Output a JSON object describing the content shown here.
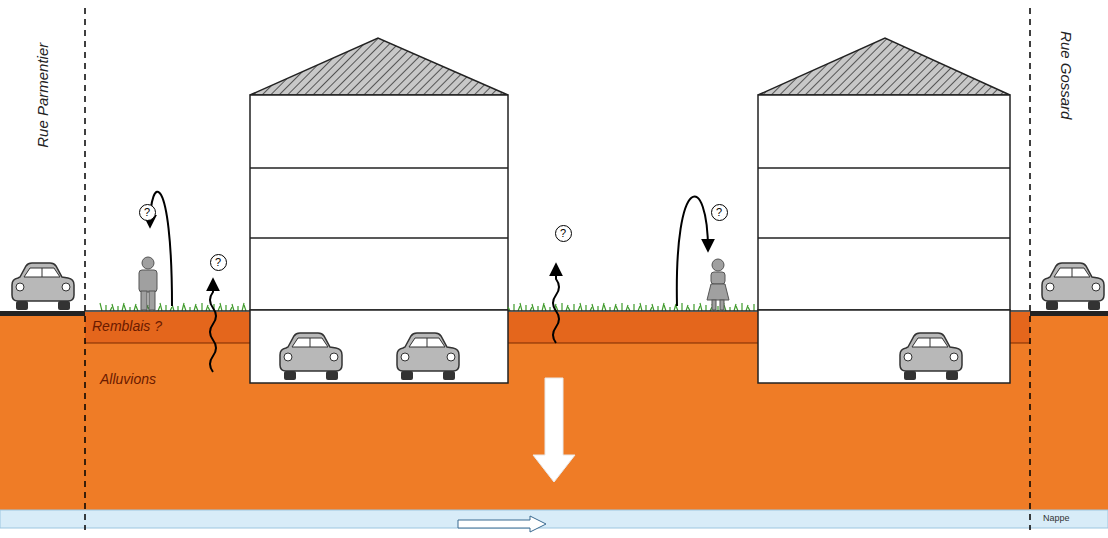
{
  "diagram": {
    "nodes": [
      {
        "text": [
          "?"
        ]
      },
      {
        "text": [
          "?"
        ]
      },
      {
        "text": [
          "?"
        ]
      },
      {
        "text": [
          "?"
        ]
      }
    ],
    "labels": [
      "Rue Parmentier",
      "Remblais ?",
      "Alluvions",
      "Rue Gossard",
      "Nappe"
    ]
  }
}
